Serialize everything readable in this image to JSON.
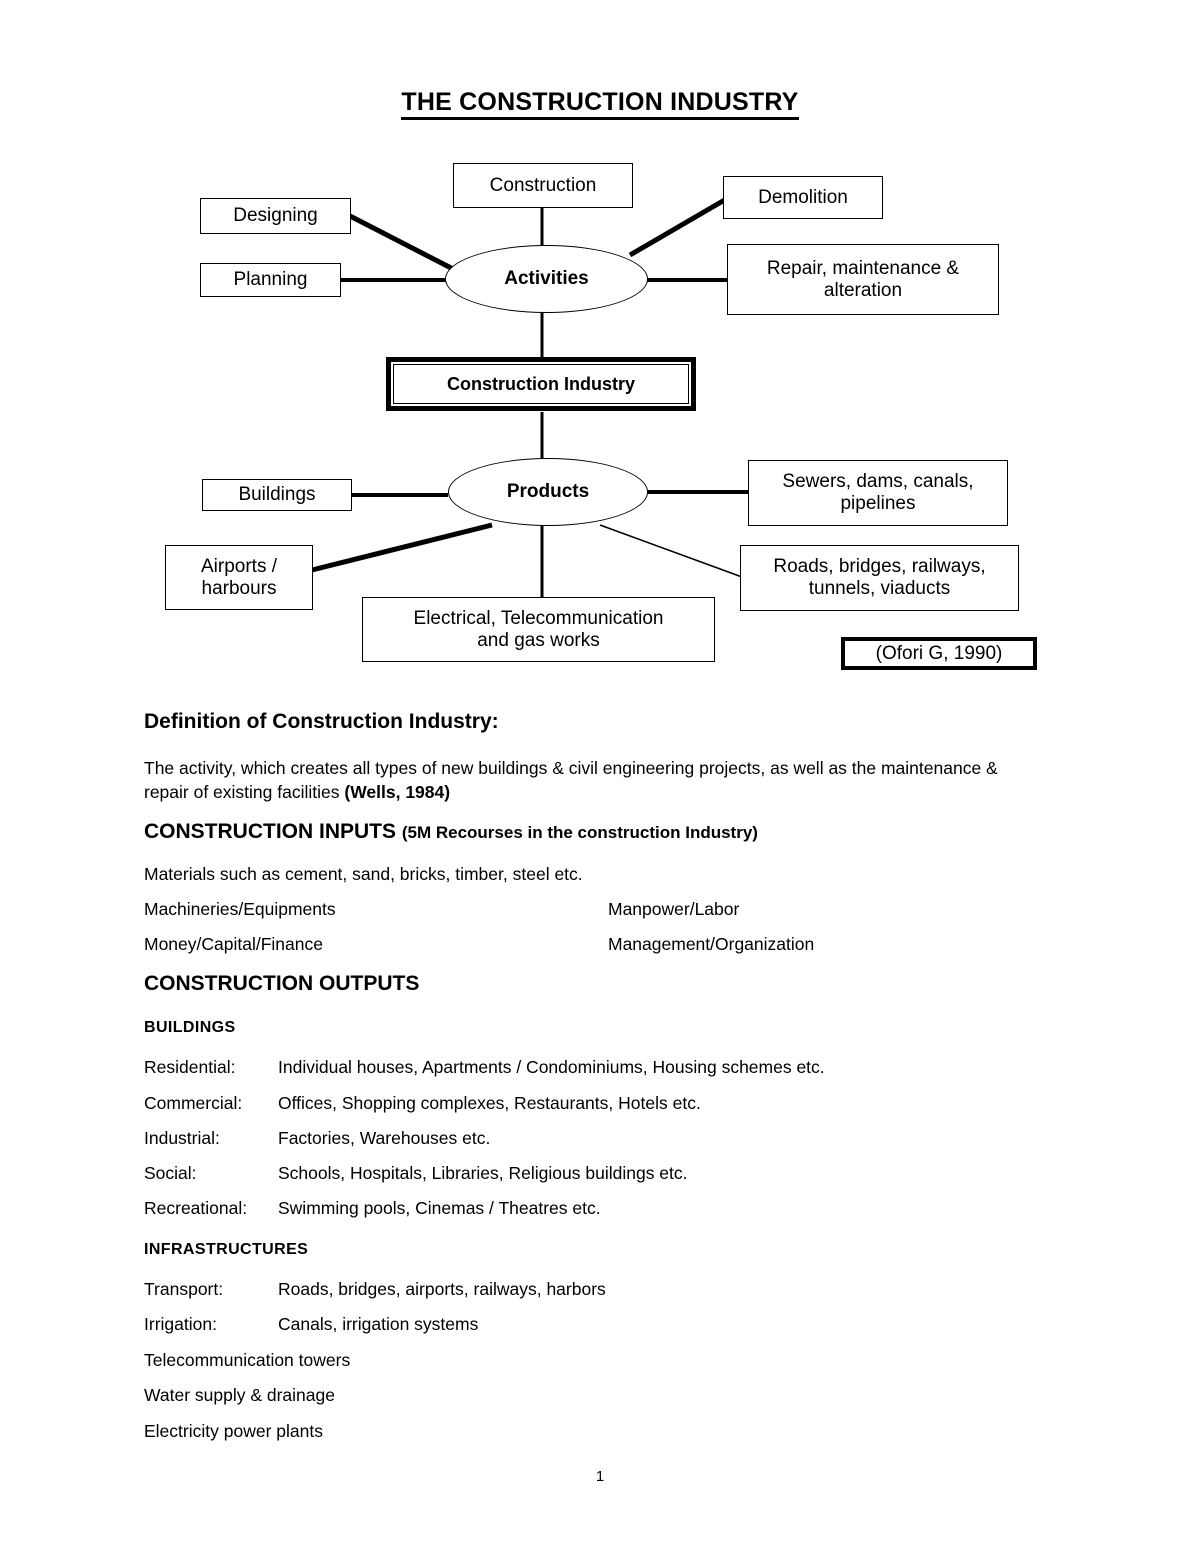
{
  "document": {
    "title": "THE CONSTRUCTION INDUSTRY",
    "page_number": "1"
  },
  "diagram": {
    "activities_hub": "Activities",
    "products_hub": "Products",
    "core": "Construction Industry",
    "citation": "(Ofori G, 1990)",
    "activities_nodes": [
      {
        "label": "Construction"
      },
      {
        "label": "Demolition"
      },
      {
        "label": "Designing"
      },
      {
        "label": "Planning"
      },
      {
        "label": "Repair, maintenance &\nalteration"
      }
    ],
    "products_nodes": [
      {
        "label": "Buildings"
      },
      {
        "label": "Sewers, dams, canals,\npipelines"
      },
      {
        "label": "Airports /\nharbours"
      },
      {
        "label": "Electrical, Telecommunication\nand gas works"
      },
      {
        "label": "Roads, bridges, railways,\ntunnels, viaducts"
      }
    ]
  },
  "definition": {
    "heading": "Definition of Construction Industry:",
    "body_part1": "The activity, which creates all types of new buildings & civil engineering projects, as well as the maintenance & repair of existing facilities ",
    "body_citation": "(Wells, 1984)"
  },
  "inputs": {
    "heading_main": "CONSTRUCTION INPUTS ",
    "heading_paren": "(5M Recourses in the construction Industry)",
    "materials_line": "Materials such as cement, sand, bricks, timber, steel etc.",
    "pairs": [
      {
        "left": "Machineries/Equipments",
        "right": "Manpower/Labor"
      },
      {
        "left": "Money/Capital/Finance",
        "right": "Management/Organization"
      }
    ]
  },
  "outputs": {
    "heading": "CONSTRUCTION OUTPUTS",
    "buildings": {
      "heading": "BUILDINGS",
      "rows": [
        {
          "label": "Residential:",
          "value": "Individual houses, Apartments / Condominiums, Housing schemes etc."
        },
        {
          "label": "Commercial:",
          "value": "Offices, Shopping complexes, Restaurants, Hotels etc."
        },
        {
          "label": "Industrial:",
          "value": "Factories, Warehouses etc."
        },
        {
          "label": "Social:",
          "value": "Schools, Hospitals, Libraries, Religious buildings etc."
        },
        {
          "label": "Recreational:",
          "value": "Swimming pools, Cinemas / Theatres etc."
        }
      ]
    },
    "infrastructures": {
      "heading": "INFRASTRUCTURES",
      "rows": [
        {
          "label": "Transport:",
          "value": "Roads, bridges, airports, railways, harbors"
        },
        {
          "label": "Irrigation:",
          "value": "Canals, irrigation systems"
        },
        {
          "label": "",
          "value": "Telecommunication towers"
        },
        {
          "label": "",
          "value": "Water supply & drainage"
        },
        {
          "label": "",
          "value": "Electricity power plants"
        }
      ]
    }
  },
  "colors": {
    "ink": "#000000",
    "paper": "#ffffff"
  }
}
